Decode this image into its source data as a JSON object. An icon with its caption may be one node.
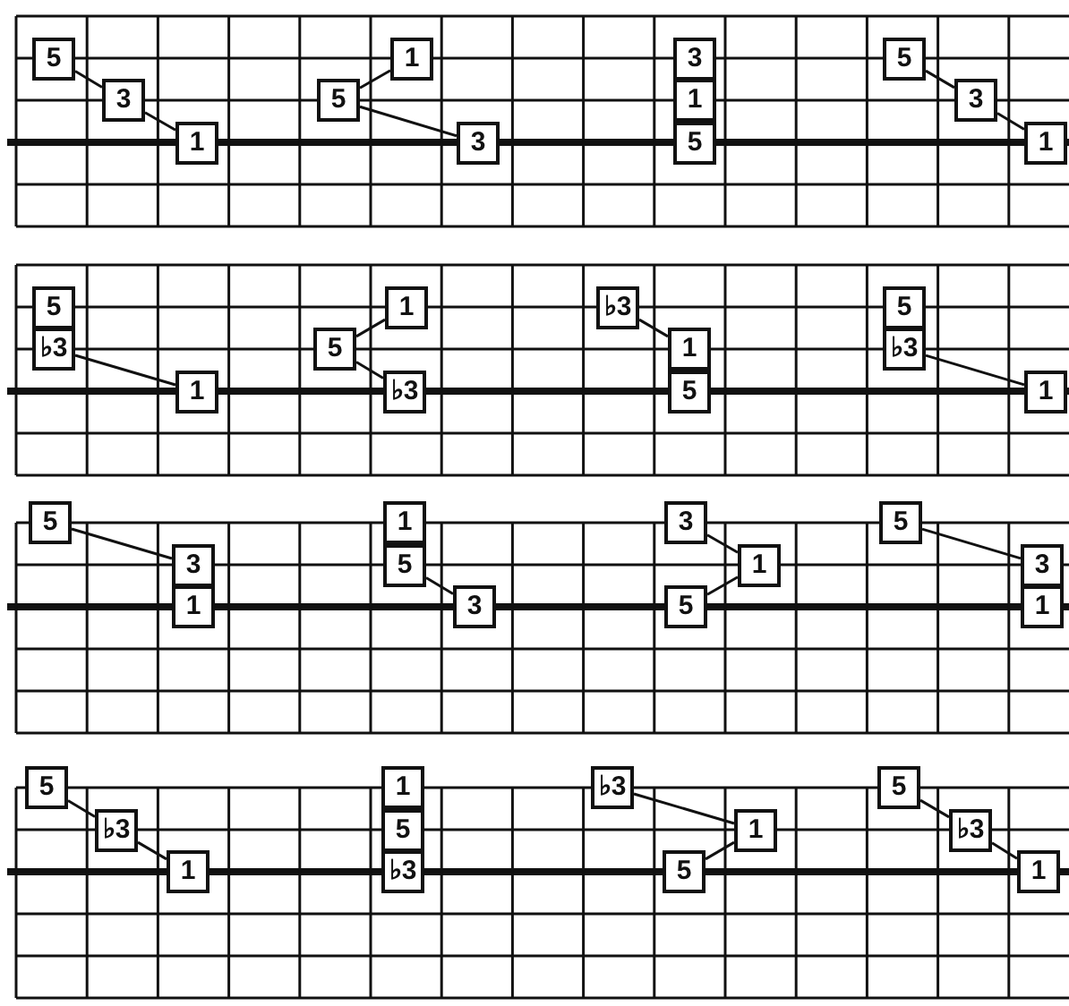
{
  "diagram": {
    "nodes": [
      {
        "text": [
          "5"
        ]
      },
      {
        "text": [
          "3"
        ]
      },
      {
        "text": [
          "1"
        ]
      },
      {
        "text": [
          "1"
        ]
      },
      {
        "text": [
          "5"
        ]
      },
      {
        "text": [
          "3"
        ]
      },
      {
        "text": [
          "3"
        ]
      },
      {
        "text": [
          "1"
        ]
      },
      {
        "text": [
          "5"
        ]
      },
      {
        "text": [
          "5"
        ]
      },
      {
        "text": [
          "3"
        ]
      },
      {
        "text": [
          "1"
        ]
      },
      {
        "text": [
          "5"
        ]
      },
      {
        "text": [
          "♭3"
        ]
      },
      {
        "text": [
          "1"
        ]
      },
      {
        "text": [
          "1"
        ]
      },
      {
        "text": [
          "5"
        ]
      },
      {
        "text": [
          "♭3"
        ]
      },
      {
        "text": [
          "♭3"
        ]
      },
      {
        "text": [
          "1"
        ]
      },
      {
        "text": [
          "5"
        ]
      },
      {
        "text": [
          "5"
        ]
      },
      {
        "text": [
          "♭3"
        ]
      },
      {
        "text": [
          "1"
        ]
      },
      {
        "text": [
          "5"
        ]
      },
      {
        "text": [
          "3"
        ]
      },
      {
        "text": [
          "1"
        ]
      },
      {
        "text": [
          "1"
        ]
      },
      {
        "text": [
          "5"
        ]
      },
      {
        "text": [
          "3"
        ]
      },
      {
        "text": [
          "3"
        ]
      },
      {
        "text": [
          "1"
        ]
      },
      {
        "text": [
          "5"
        ]
      },
      {
        "text": [
          "5"
        ]
      },
      {
        "text": [
          "3"
        ]
      },
      {
        "text": [
          "1"
        ]
      },
      {
        "text": [
          "5"
        ]
      },
      {
        "text": [
          "♭3"
        ]
      },
      {
        "text": [
          "1"
        ]
      },
      {
        "text": [
          "1"
        ]
      },
      {
        "text": [
          "5"
        ]
      },
      {
        "text": [
          "♭3"
        ]
      },
      {
        "text": [
          "♭3"
        ]
      },
      {
        "text": [
          "1"
        ]
      },
      {
        "text": [
          "5"
        ]
      },
      {
        "text": [
          "5"
        ]
      },
      {
        "text": [
          "♭3"
        ]
      },
      {
        "text": [
          "1"
        ]
      }
    ],
    "edges": [
      {
        "from": 0,
        "to": 1,
        "arrow": "none"
      },
      {
        "from": 1,
        "to": 2,
        "arrow": "none"
      },
      {
        "from": 4,
        "to": 3,
        "arrow": "none"
      },
      {
        "from": 4,
        "to": 5,
        "arrow": "none"
      },
      {
        "from": 9,
        "to": 10,
        "arrow": "none"
      },
      {
        "from": 10,
        "to": 11,
        "arrow": "none"
      },
      {
        "from": 13,
        "to": 14,
        "arrow": "none"
      },
      {
        "from": 16,
        "to": 15,
        "arrow": "none"
      },
      {
        "from": 16,
        "to": 17,
        "arrow": "none"
      },
      {
        "from": 18,
        "to": 19,
        "arrow": "none"
      },
      {
        "from": 22,
        "to": 23,
        "arrow": "none"
      },
      {
        "from": 24,
        "to": 25,
        "arrow": "none"
      },
      {
        "from": 28,
        "to": 29,
        "arrow": "none"
      },
      {
        "from": 30,
        "to": 31,
        "arrow": "none"
      },
      {
        "from": 32,
        "to": 31,
        "arrow": "none"
      },
      {
        "from": 33,
        "to": 34,
        "arrow": "none"
      },
      {
        "from": 36,
        "to": 37,
        "arrow": "none"
      },
      {
        "from": 37,
        "to": 38,
        "arrow": "none"
      },
      {
        "from": 42,
        "to": 43,
        "arrow": "none"
      },
      {
        "from": 44,
        "to": 43,
        "arrow": "none"
      },
      {
        "from": 45,
        "to": 46,
        "arrow": "none"
      },
      {
        "from": 46,
        "to": 47,
        "arrow": "none"
      }
    ]
  }
}
